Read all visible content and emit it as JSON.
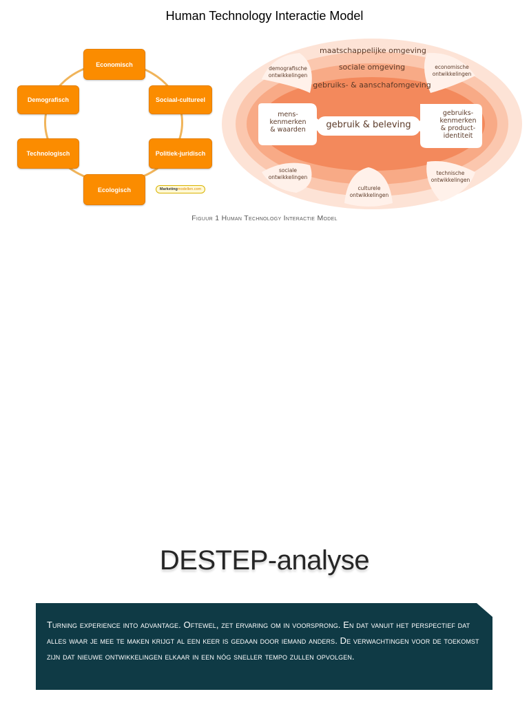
{
  "document": {
    "title": "Human Technology Interactie Model"
  },
  "destep_diagram": {
    "factors": {
      "economisch": "Economisch",
      "sociaal_cultureel": "Sociaal-cultureel",
      "politiek_juridisch": "Politiek-juridisch",
      "ecologisch": "Ecologisch",
      "technologisch": "Technologisch",
      "demografisch": "Demografisch"
    },
    "logo": {
      "bold": "Marketing",
      "light": "modellen.com"
    },
    "colors": {
      "box": "#fb8c00",
      "ring": "#f0b45a"
    }
  },
  "hti_model": {
    "outer_ring": "maatschappelijke omgeving",
    "middle_ring": "sociale omgeving",
    "inner_ring": "gebruiks- & aanschafomgeving",
    "center": "gebruik & beleving",
    "left_box": [
      "mens-",
      "kenmerken",
      "& waarden"
    ],
    "right_box": [
      "gebruiks-",
      "kenmerken",
      "& product-",
      "identiteit"
    ],
    "developments": {
      "demografische": [
        "demografische",
        "ontwikkelingen"
      ],
      "economische": [
        "economische",
        "ontwikkelingen"
      ],
      "sociale": [
        "sociale",
        "ontwikkelingen"
      ],
      "culturele": [
        "culturele",
        "ontwikkelingen"
      ],
      "technische": [
        "technische",
        "ontwikkelingen"
      ]
    },
    "colors": {
      "outer": "#fde3d6",
      "middle": "#fbc7ae",
      "inner": "#f8aa86",
      "core": "#f3895c",
      "text": "#5b3a28"
    }
  },
  "caption": {
    "prefix": "Figuur 1",
    "text": "Human Technology Interactie Model"
  },
  "section": {
    "title": "DESTEP-analyse"
  },
  "quote": {
    "text": "Turning experience into advantage. Oftewel, zet ervaring om in voorsprong. En dat vanuit het perspectief dat alles waar je mee te maken krijgt al een keer is gedaan door iemand anders. De verwachtingen voor de toekomst zijn dat nieuwe ontwikkelingen elkaar in een nóg sneller tempo zullen opvolgen."
  }
}
